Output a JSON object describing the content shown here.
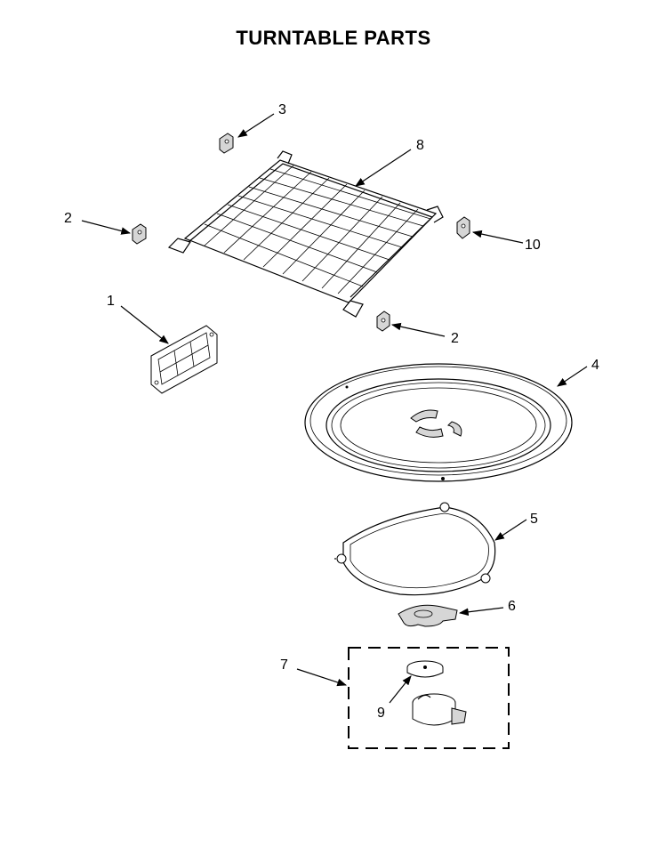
{
  "title": "TURNTABLE PARTS",
  "callouts": [
    {
      "id": "1",
      "label": "1"
    },
    {
      "id": "2a",
      "label": "2"
    },
    {
      "id": "2b",
      "label": "2"
    },
    {
      "id": "3",
      "label": "3"
    },
    {
      "id": "4",
      "label": "4"
    },
    {
      "id": "5",
      "label": "5"
    },
    {
      "id": "6",
      "label": "6"
    },
    {
      "id": "7",
      "label": "7"
    },
    {
      "id": "8",
      "label": "8"
    },
    {
      "id": "9",
      "label": "9"
    },
    {
      "id": "10",
      "label": "10"
    }
  ]
}
